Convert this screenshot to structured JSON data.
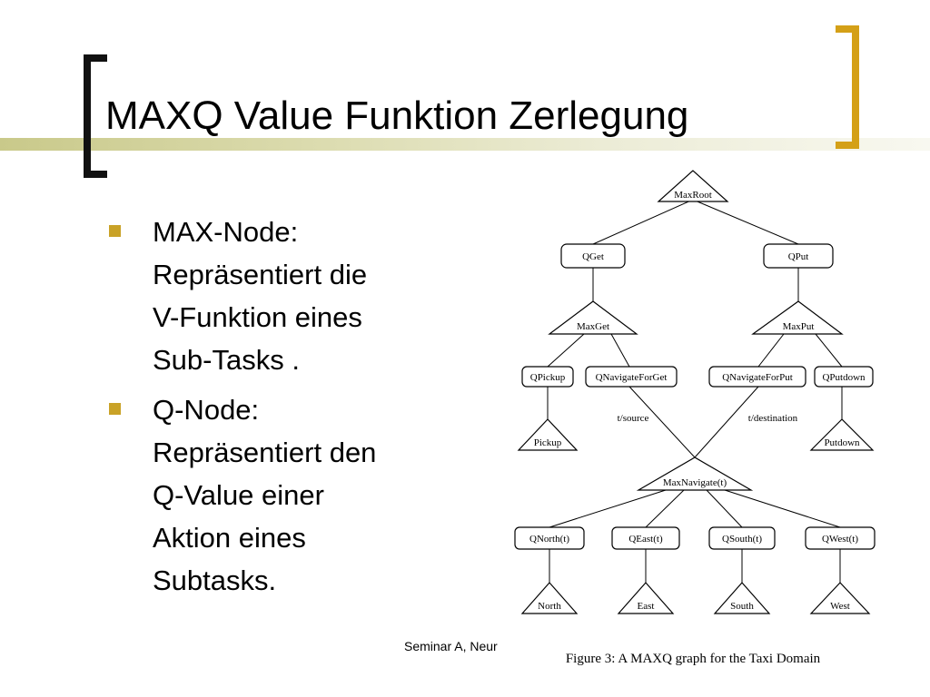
{
  "slide": {
    "title": "MAXQ Value Funktion Zerlegung",
    "bullets": [
      {
        "label": "MAX-Node:",
        "text": "Repräsentiert die\nV-Funktion eines\nSub-Tasks ."
      },
      {
        "label": "Q-Node:",
        "text": "Repräsentiert den\nQ-Value einer\nAktion eines\nSubtasks."
      }
    ],
    "footer": "Seminar A, Neur"
  },
  "diagram": {
    "caption": "Figure 3:  A MAXQ graph for the Taxi Domain",
    "edge_labels": {
      "t_source": "t/source",
      "t_destination": "t/destination"
    },
    "nodes": {
      "maxroot": "MaxRoot",
      "qget": "QGet",
      "qput": "QPut",
      "maxget": "MaxGet",
      "maxput": "MaxPut",
      "qpickup": "QPickup",
      "qnavigateforget": "QNavigateForGet",
      "qnavigateforput": "QNavigateForPut",
      "qputdown": "QPutdown",
      "pickup": "Pickup",
      "putdown": "Putdown",
      "maxnavigate": "MaxNavigate(t)",
      "qnorth": "QNorth(t)",
      "qeast": "QEast(t)",
      "qsouth": "QSouth(t)",
      "qwest": "QWest(t)",
      "north": "North",
      "east": "East",
      "south": "South",
      "west": "West"
    }
  }
}
